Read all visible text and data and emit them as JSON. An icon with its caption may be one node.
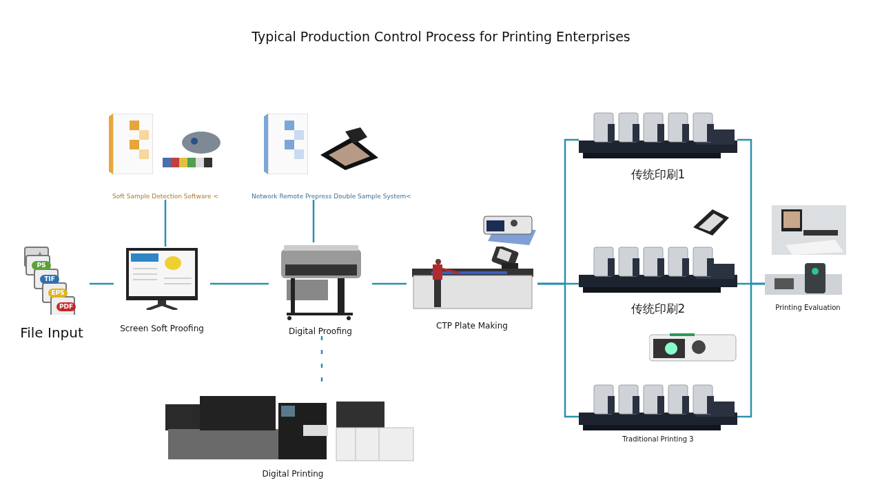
{
  "diagram": {
    "title": "Typical Production Control Process for Printing Enterprises",
    "nodes": [
      {
        "text": [
          "File Input"
        ]
      },
      {
        "text": [
          "Screen Soft Proofing"
        ]
      },
      {
        "text": [
          "Digital Proofing"
        ]
      },
      {
        "text": [
          "CTP Plate Making"
        ]
      },
      {
        "text": [
          "Soft Sample Detection Software <"
        ]
      },
      {
        "text": [
          "Network Remote Prepress Double Sample System<"
        ]
      },
      {
        "text": [
          "传统印刷1"
        ]
      },
      {
        "text": [
          "传统印刷2"
        ]
      },
      {
        "text": [
          "Traditional Printing 3"
        ]
      },
      {
        "text": [
          "Printing Evaluation"
        ]
      },
      {
        "text": [
          "Digital Printing"
        ]
      }
    ],
    "edges": [
      {
        "from": 0,
        "to": 1,
        "arrow": "none"
      },
      {
        "from": 1,
        "to": 2,
        "arrow": "none"
      },
      {
        "from": 2,
        "to": 3,
        "arrow": "none"
      },
      {
        "from": 4,
        "to": 1,
        "arrow": "none"
      },
      {
        "from": 5,
        "to": 2,
        "arrow": "none"
      },
      {
        "from": 2,
        "to": 10,
        "arrow": "none",
        "style": "dashed"
      },
      {
        "from": 3,
        "to": 6,
        "arrow": "none"
      },
      {
        "from": 3,
        "to": 7,
        "arrow": "none"
      },
      {
        "from": 3,
        "to": 8,
        "arrow": "none"
      },
      {
        "from": 6,
        "to": 9,
        "arrow": "none"
      },
      {
        "from": 7,
        "to": 9,
        "arrow": "none"
      },
      {
        "from": 8,
        "to": 9,
        "arrow": "none"
      }
    ],
    "labels": [
      "PS",
      "TIF",
      "EPS",
      "PDF"
    ]
  }
}
